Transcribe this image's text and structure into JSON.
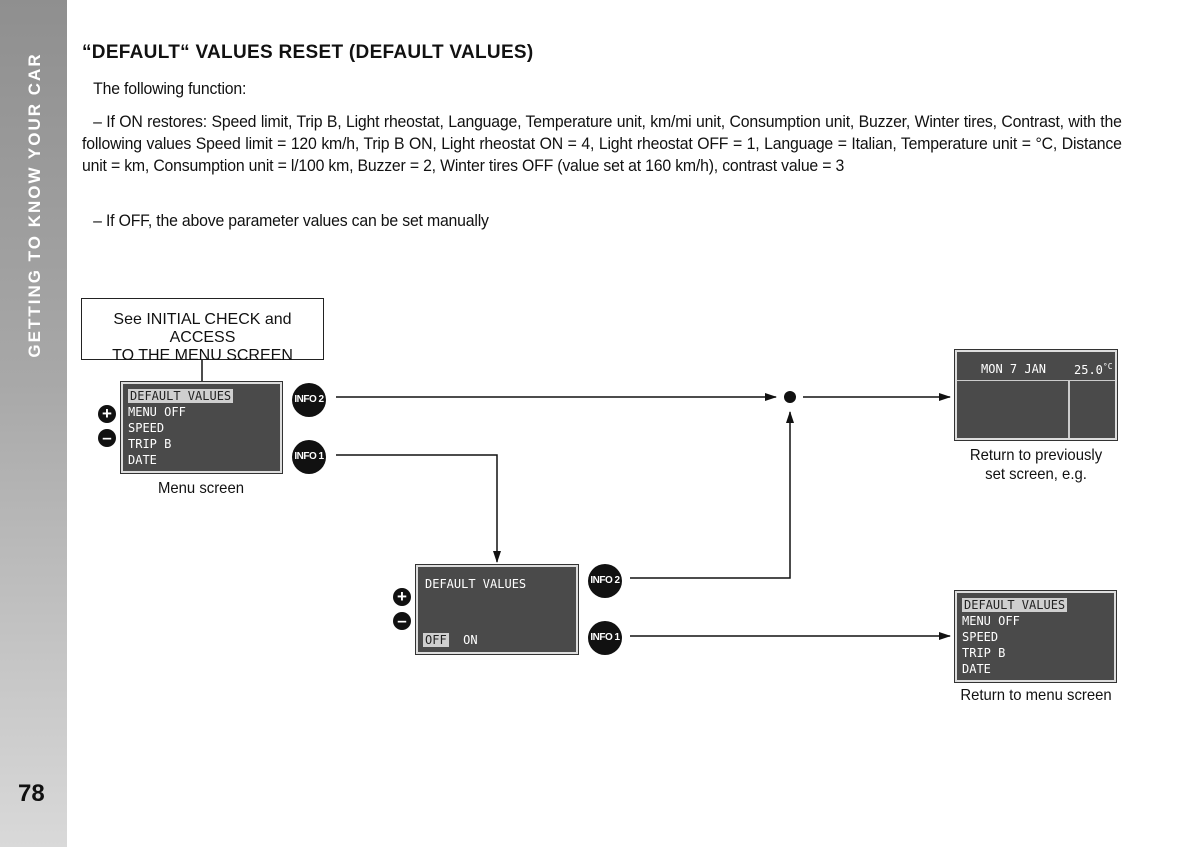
{
  "sidebar": {
    "section_title": "GETTING TO KNOW YOUR CAR",
    "page_number": "78"
  },
  "heading": "“DEFAULT“ VALUES RESET (DEFAULT VALUES)",
  "paragraphs": {
    "intro": "The following function:",
    "on": "– If ON restores: Speed limit, Trip B, Light rheostat, Language, Temperature unit, km/mi unit, Consumption unit, Buzzer, Winter tires, Contrast, with the following values Speed limit = 120 km/h, Trip B ON, Light rheostat ON = 4, Light rheostat OFF = 1, Language = Italian, Temperature unit = °C, Distance unit = km, Consumption unit = l/100 km,  Buzzer = 2, Winter tires OFF (value set at 160 km/h), contrast value = 3",
    "off": "– If OFF, the above parameter values can be set manually"
  },
  "diagram": {
    "note_box": {
      "line1": "See INITIAL CHECK and ACCESS",
      "line2": "TO THE MENU SCREEN"
    },
    "menu_screen": {
      "items": [
        "DEFAULT VALUES",
        "MENU OFF",
        "SPEED",
        "TRIP B",
        "DATE"
      ],
      "caption": "Menu screen"
    },
    "default_values_screen": {
      "title": "DEFAULT VALUES",
      "option_off": "OFF",
      "option_on": "ON"
    },
    "return_display": {
      "date": "MON 7 JAN",
      "temp": "25.0",
      "temp_unit": "°C",
      "caption_line1": "Return to previously",
      "caption_line2": "set screen, e.g."
    },
    "return_menu": {
      "items": [
        "DEFAULT VALUES",
        "MENU OFF",
        "SPEED",
        "TRIP B",
        "DATE"
      ],
      "caption": "Return to menu screen"
    },
    "buttons": {
      "info2": "INFO 2",
      "info1": "INFO 1",
      "plus": "+",
      "minus": "–"
    }
  }
}
